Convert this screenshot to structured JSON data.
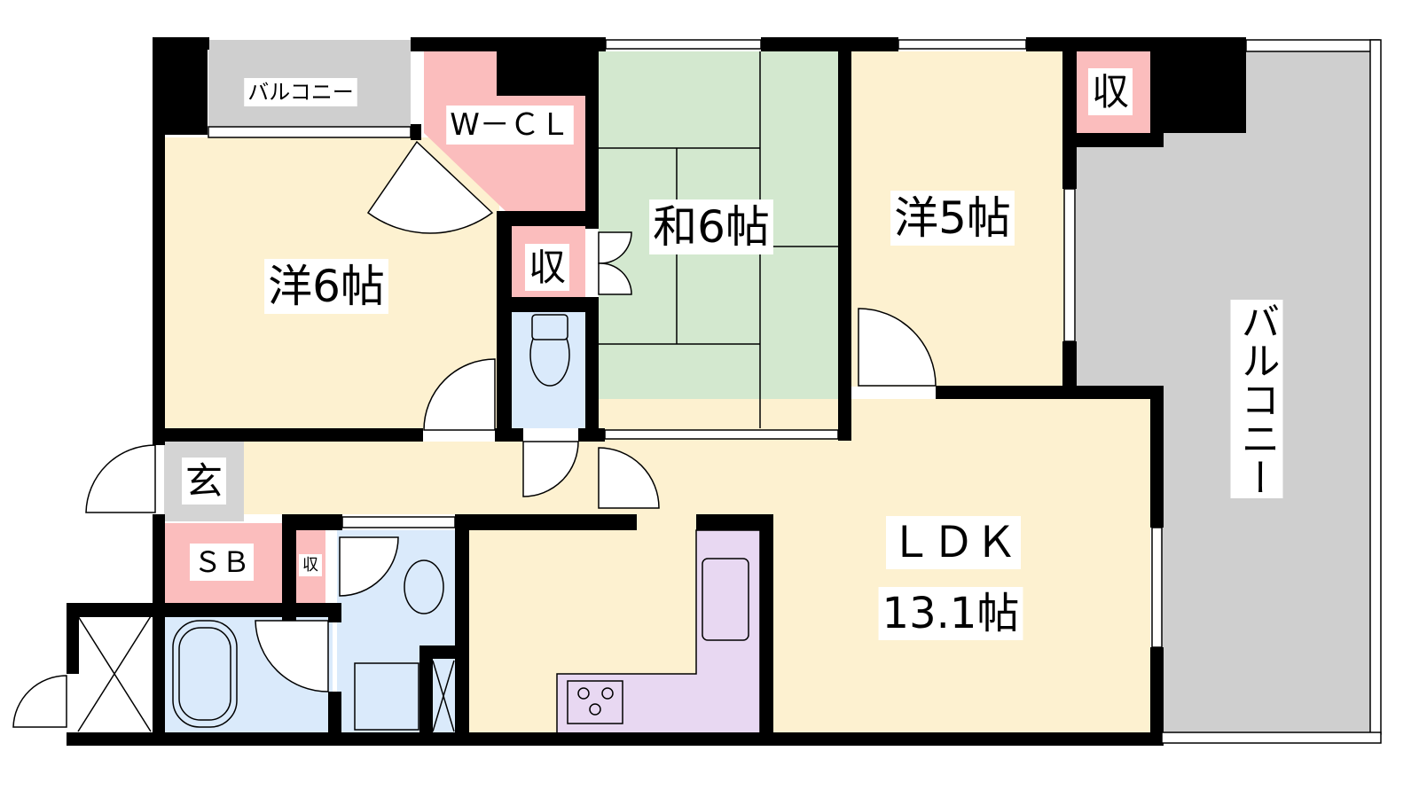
{
  "rooms": {
    "western_6": "洋6帖",
    "japanese_6": "和6帖",
    "western_5": "洋5帖",
    "wcl": "W－ＣＬ",
    "storage_mid": "収",
    "storage_top_right": "収",
    "storage_small": "収",
    "entrance": "玄",
    "shoe_box": "ＳＢ",
    "ldk_name": "ＬＤＫ",
    "ldk_size": "13.1帖",
    "balcony_small": "バルコニー",
    "balcony_large": "バルコニー"
  },
  "colors": {
    "western": "#fdf1d0",
    "japanese": "#d3e8cf",
    "storage": "#fbbdbd",
    "wet": "#daeafb",
    "balcony": "#cfcfcf",
    "entrance": "#d4d4d4",
    "kitchen": "#e8d8f2"
  }
}
